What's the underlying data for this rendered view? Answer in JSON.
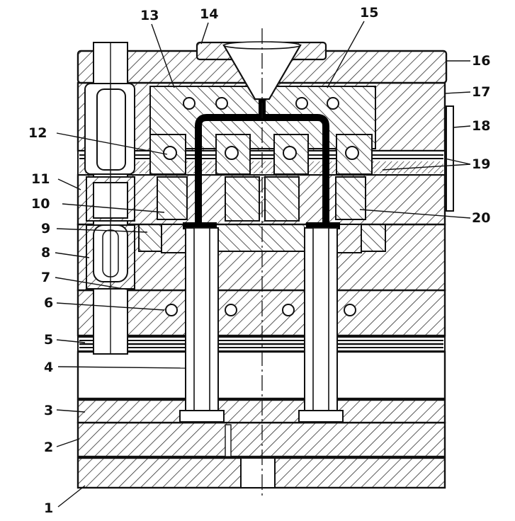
{
  "diagram": {
    "callouts": [
      {
        "key": "c1",
        "label": "1"
      },
      {
        "key": "c2",
        "label": "2"
      },
      {
        "key": "c3",
        "label": "3"
      },
      {
        "key": "c4",
        "label": "4"
      },
      {
        "key": "c5",
        "label": "5"
      },
      {
        "key": "c6",
        "label": "6"
      },
      {
        "key": "c7",
        "label": "7"
      },
      {
        "key": "c8",
        "label": "8"
      },
      {
        "key": "c9",
        "label": "9"
      },
      {
        "key": "c10",
        "label": "10"
      },
      {
        "key": "c11",
        "label": "11"
      },
      {
        "key": "c12",
        "label": "12"
      },
      {
        "key": "c13",
        "label": "13"
      },
      {
        "key": "c14",
        "label": "14"
      },
      {
        "key": "c15",
        "label": "15"
      },
      {
        "key": "c16",
        "label": "16"
      },
      {
        "key": "c17",
        "label": "17"
      },
      {
        "key": "c18",
        "label": "18"
      },
      {
        "key": "c19",
        "label": "19"
      },
      {
        "key": "c20",
        "label": "20"
      }
    ],
    "colors": {
      "line": "#111111",
      "background": "#ffffff",
      "hatch": "#222222",
      "runner": "#000000"
    }
  }
}
